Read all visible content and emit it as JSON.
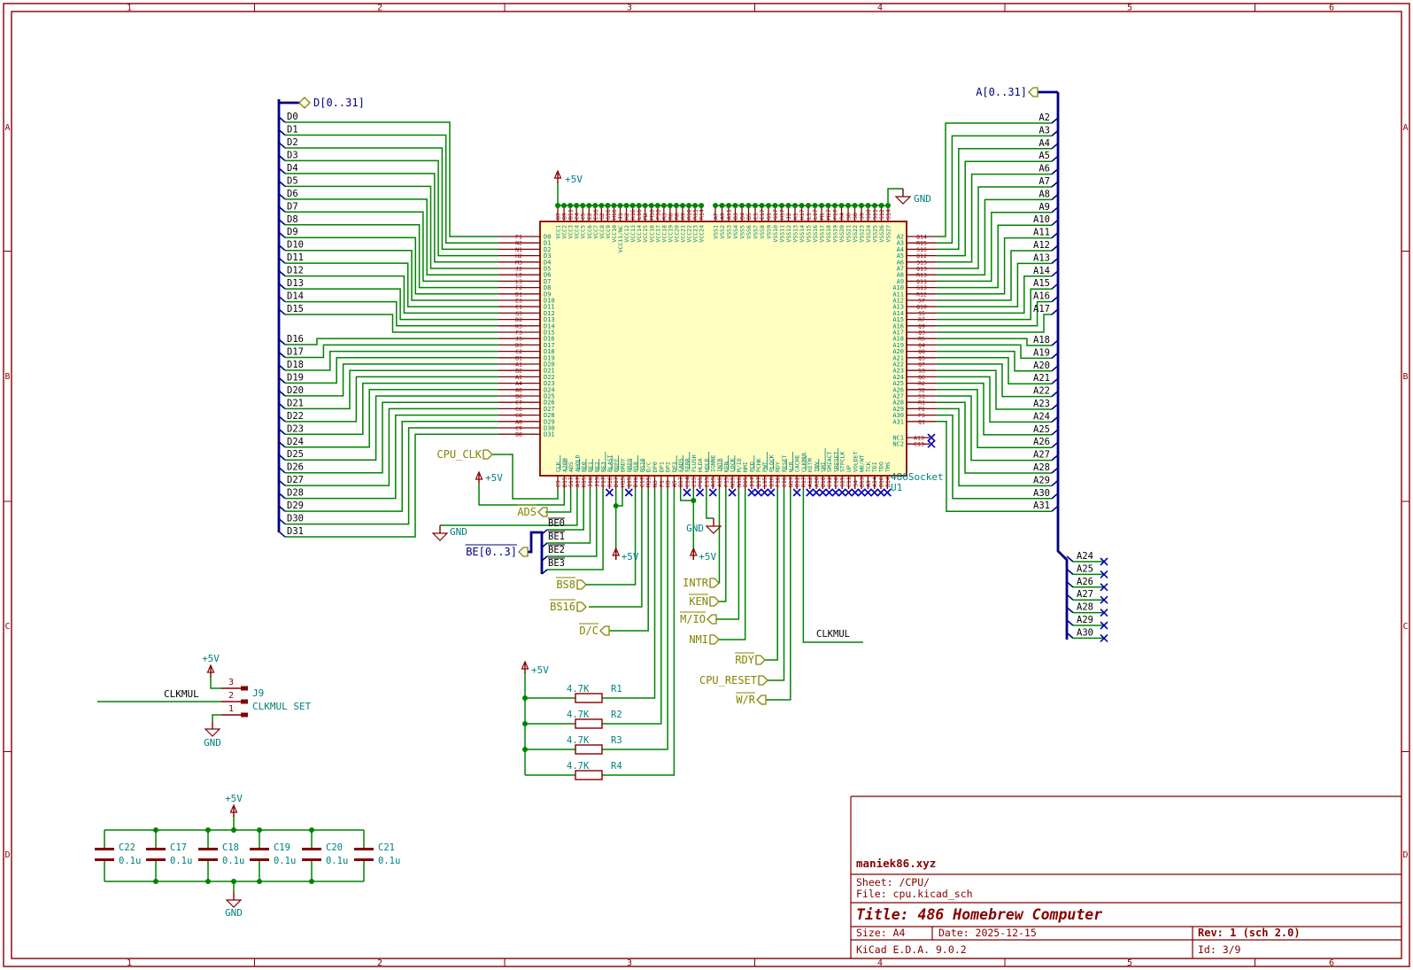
{
  "page": {
    "columns": [
      "1",
      "2",
      "3",
      "4",
      "5",
      "6"
    ],
    "rows": [
      "A",
      "B",
      "C",
      "D"
    ]
  },
  "title_block": {
    "site": "maniek86.xyz",
    "sheet": "Sheet: /CPU/",
    "file": "File: cpu.kicad_sch",
    "title": "Title: 486 Homebrew Computer",
    "size": "Size: A4",
    "date": "Date: 2025-12-15",
    "rev": "Rev: 1 (sch 2.0)",
    "tool": "KiCad E.D.A. 9.0.2",
    "id": "Id: 3/9"
  },
  "power": {
    "p5": "+5V",
    "gnd": "GND"
  },
  "buses": {
    "data": "D[0..31]",
    "addr": "A[0..31]",
    "be": "BE[0..3]"
  },
  "hier_labels": {
    "cpu_clk": "CPU_CLK",
    "ads": "ADS",
    "bs8": "BS8",
    "bs16": "BS16",
    "dc": "D/C",
    "intr": "INTR",
    "ken": "KEN",
    "mio": "M/IO",
    "nmi": "NMI",
    "rdy": "RDY",
    "cpu_reset": "CPU_RESET",
    "wr": "W/R"
  },
  "nets": {
    "data": [
      "D0",
      "D1",
      "D2",
      "D3",
      "D4",
      "D5",
      "D6",
      "D7",
      "D8",
      "D9",
      "D10",
      "D11",
      "D12",
      "D13",
      "D14",
      "D15",
      "D16",
      "D17",
      "D18",
      "D19",
      "D20",
      "D21",
      "D22",
      "D23",
      "D24",
      "D25",
      "D26",
      "D27",
      "D28",
      "D29",
      "D30",
      "D31"
    ],
    "addr": [
      "A2",
      "A3",
      "A4",
      "A5",
      "A6",
      "A7",
      "A8",
      "A9",
      "A10",
      "A11",
      "A12",
      "A13",
      "A14",
      "A15",
      "A16",
      "A17",
      "A18",
      "A19",
      "A20",
      "A21",
      "A22",
      "A23",
      "A24",
      "A25",
      "A26",
      "A27",
      "A28",
      "A29",
      "A30",
      "A31"
    ],
    "be": [
      "BE0",
      "BE1",
      "BE2",
      "BE3"
    ],
    "stubs": [
      "A24",
      "A25",
      "A26",
      "A27",
      "A28",
      "A29",
      "A30"
    ],
    "clkmul": "CLKMUL"
  },
  "cpu": {
    "ref": "U1",
    "value": "486Socket",
    "left": [
      [
        "D0",
        "P1"
      ],
      [
        "D1",
        "N2"
      ],
      [
        "D2",
        "N1"
      ],
      [
        "D3",
        "H2"
      ],
      [
        "D4",
        "M3"
      ],
      [
        "D5",
        "J2"
      ],
      [
        "D6",
        "L2"
      ],
      [
        "D7",
        "L3"
      ],
      [
        "D8",
        "F2"
      ],
      [
        "D9",
        "D1"
      ],
      [
        "D10",
        "E3"
      ],
      [
        "D11",
        "C1"
      ],
      [
        "D12",
        "G3"
      ],
      [
        "D13",
        "D2"
      ],
      [
        "D14",
        "K3"
      ],
      [
        "D15",
        "F3"
      ],
      [
        "D16",
        "J3"
      ],
      [
        "D17",
        "D3"
      ],
      [
        "D18",
        "C2"
      ],
      [
        "D19",
        "B1"
      ],
      [
        "D20",
        "A1"
      ],
      [
        "D21",
        "B2"
      ],
      [
        "D22",
        "A2"
      ],
      [
        "D23",
        "A4"
      ],
      [
        "D24",
        "A6"
      ],
      [
        "D25",
        "B6"
      ],
      [
        "D26",
        "C7"
      ],
      [
        "D27",
        "C6"
      ],
      [
        "D28",
        "C8"
      ],
      [
        "D29",
        "A8"
      ],
      [
        "D30",
        "C9"
      ],
      [
        "D31",
        "B8"
      ]
    ],
    "right": [
      [
        "A2",
        "Q14"
      ],
      [
        "A3",
        "R15"
      ],
      [
        "A4",
        "S16"
      ],
      [
        "A5",
        "Q12"
      ],
      [
        "A6",
        "S15"
      ],
      [
        "A7",
        "Q13"
      ],
      [
        "A8",
        "R13"
      ],
      [
        "A9",
        "Q11"
      ],
      [
        "A10",
        "S13"
      ],
      [
        "A11",
        "R12"
      ],
      [
        "A12",
        "S7"
      ],
      [
        "A13",
        "Q10"
      ],
      [
        "A14",
        "S5"
      ],
      [
        "A15",
        "R7"
      ],
      [
        "A16",
        "Q9"
      ],
      [
        "A17",
        "Q3"
      ],
      [
        "A18",
        "R5"
      ],
      [
        "A19",
        "Q4"
      ],
      [
        "A20",
        "Q8"
      ],
      [
        "A21",
        "Q5"
      ],
      [
        "A22",
        "Q7"
      ],
      [
        "A23",
        "S3"
      ],
      [
        "A24",
        "Q6"
      ],
      [
        "A25",
        "R2"
      ],
      [
        "A26",
        "S2"
      ],
      [
        "A27",
        "S1"
      ],
      [
        "A28",
        "R1"
      ],
      [
        "A29",
        "P2"
      ],
      [
        "A30",
        "P3"
      ],
      [
        "A31",
        "Q1"
      ]
    ],
    "nc": [
      [
        "NC1",
        "A13"
      ],
      [
        "NC2",
        "C13"
      ]
    ],
    "top_vcc_names": [
      "VCC1",
      "VCC2",
      "VCC3",
      "VCC4",
      "VCC5",
      "VCC6",
      "VCC7",
      "VCC8",
      "VCC9",
      "VCC10",
      "VCC11/NC",
      "VCC12",
      "VCC13",
      "VCC14",
      "VCC15",
      "VCC16",
      "VCC17",
      "VCC18",
      "VCC19",
      "VCC20",
      "VCC21",
      "VCC22",
      "VCC23",
      "VCC24"
    ],
    "top_vcc_pins": [
      "B7",
      "B9",
      "B11",
      "C4",
      "C5",
      "E2",
      "E16",
      "G2",
      "G16",
      "H16",
      "J1",
      "K2",
      "K16",
      "L16",
      "M2",
      "M16",
      "P16",
      "R3",
      "R6",
      "R8",
      "R9",
      "R10",
      "R11",
      "R14"
    ],
    "top_vss_names": [
      "VSS1",
      "VSS2",
      "VSS3",
      "VSS4",
      "VSS5",
      "VSS6",
      "VSS7",
      "VSS8",
      "VSS9",
      "VSS10",
      "VSS11",
      "VSS12",
      "VSS13",
      "VSS14",
      "VSS15",
      "VSS16",
      "VSS17",
      "VSS18",
      "VSS19",
      "VSS20",
      "VSS21",
      "VSS22",
      "VSS23",
      "VSS24",
      "VSS25",
      "VSS26",
      "VSS27"
    ],
    "top_vss_pins": [
      "A7",
      "A9",
      "A11",
      "B3",
      "B4",
      "B5",
      "E1",
      "E17",
      "G1",
      "G17",
      "H17",
      "J2",
      "K1",
      "K17",
      "L1",
      "L17",
      "M1",
      "M17",
      "P17",
      "R4",
      "S6",
      "S8",
      "S9",
      "S10",
      "S11",
      "S12",
      "S14"
    ],
    "bottom": [
      [
        "CLK",
        "C3",
        0
      ],
      [
        "A20M",
        "D15",
        1
      ],
      [
        "ADS",
        "S17",
        1
      ],
      [
        "AHOLD",
        "A17",
        0
      ],
      [
        "BE0",
        "K15",
        1
      ],
      [
        "BE1",
        "J16",
        1
      ],
      [
        "BE2",
        "J15",
        1
      ],
      [
        "BE3",
        "F17",
        1
      ],
      [
        "BLAST",
        "R16",
        3
      ],
      [
        "BOFF",
        "D17",
        1
      ],
      [
        "BRDY",
        "H15",
        1
      ],
      [
        "BREQ",
        "Q15",
        2
      ],
      [
        "BS8",
        "D16",
        1
      ],
      [
        "BS16",
        "C17",
        1
      ],
      [
        "D/C",
        "M15",
        1
      ],
      [
        "DP0",
        "N3",
        0
      ],
      [
        "DP1",
        "F1",
        0
      ],
      [
        "DP2",
        "H3",
        0
      ],
      [
        "DP3",
        "A5",
        0
      ],
      [
        "EADS",
        "B17",
        1
      ],
      [
        "FERR",
        "C14",
        3
      ],
      [
        "FLUSH",
        "C15",
        1
      ],
      [
        "HLDA",
        "P15",
        2
      ],
      [
        "HOLD",
        "E15",
        0
      ],
      [
        "IGNNE",
        "A15",
        3
      ],
      [
        "INTR",
        "A16",
        0
      ],
      [
        "KEN",
        "F15",
        1
      ],
      [
        "LOCK",
        "N15",
        3
      ],
      [
        "M/IO",
        "N16",
        1
      ],
      [
        "NMI",
        "B15",
        0
      ],
      [
        "PCD",
        "J17",
        2
      ],
      [
        "PCHK",
        "Q17",
        3
      ],
      [
        "PWT",
        "L15",
        2
      ],
      [
        "PLOCK",
        "Q16",
        3
      ],
      [
        "RDY",
        "F16",
        1
      ],
      [
        "RESET",
        "C16",
        0
      ],
      [
        "W/R",
        "N17",
        1
      ],
      [
        "CACHE",
        "B12",
        3
      ],
      [
        "CLKMUL",
        "R17",
        0
      ],
      [
        "HITM",
        "A12",
        3
      ],
      [
        "INV",
        "A10",
        2
      ],
      [
        "SMI",
        "B10",
        3
      ],
      [
        "SMIACT",
        "C12",
        3
      ],
      [
        "SRESET",
        "C10",
        2
      ],
      [
        "STPCLK",
        "G15",
        3
      ],
      [
        "UP",
        "C11",
        2
      ],
      [
        "VOLDET",
        "S4",
        2
      ],
      [
        "WB/WT",
        "B13",
        2
      ],
      [
        "TCK",
        "A3",
        2
      ],
      [
        "TDI",
        "A14",
        2
      ],
      [
        "TDO",
        "B16",
        2
      ],
      [
        "TMS",
        "B14",
        2
      ]
    ]
  },
  "components": {
    "j9": {
      "ref": "J9",
      "value": "CLKMUL SET",
      "pins": [
        "1",
        "2",
        "3"
      ]
    },
    "resistors": [
      {
        "ref": "R1",
        "value": "4.7K"
      },
      {
        "ref": "R2",
        "value": "4.7K"
      },
      {
        "ref": "R3",
        "value": "4.7K"
      },
      {
        "ref": "R4",
        "value": "4.7K"
      }
    ],
    "caps": [
      {
        "ref": "C22",
        "value": "0.1u"
      },
      {
        "ref": "C17",
        "value": "0.1u"
      },
      {
        "ref": "C18",
        "value": "0.1u"
      },
      {
        "ref": "C19",
        "value": "0.1u"
      },
      {
        "ref": "C20",
        "value": "0.1u"
      },
      {
        "ref": "C21",
        "value": "0.1u"
      }
    ]
  }
}
